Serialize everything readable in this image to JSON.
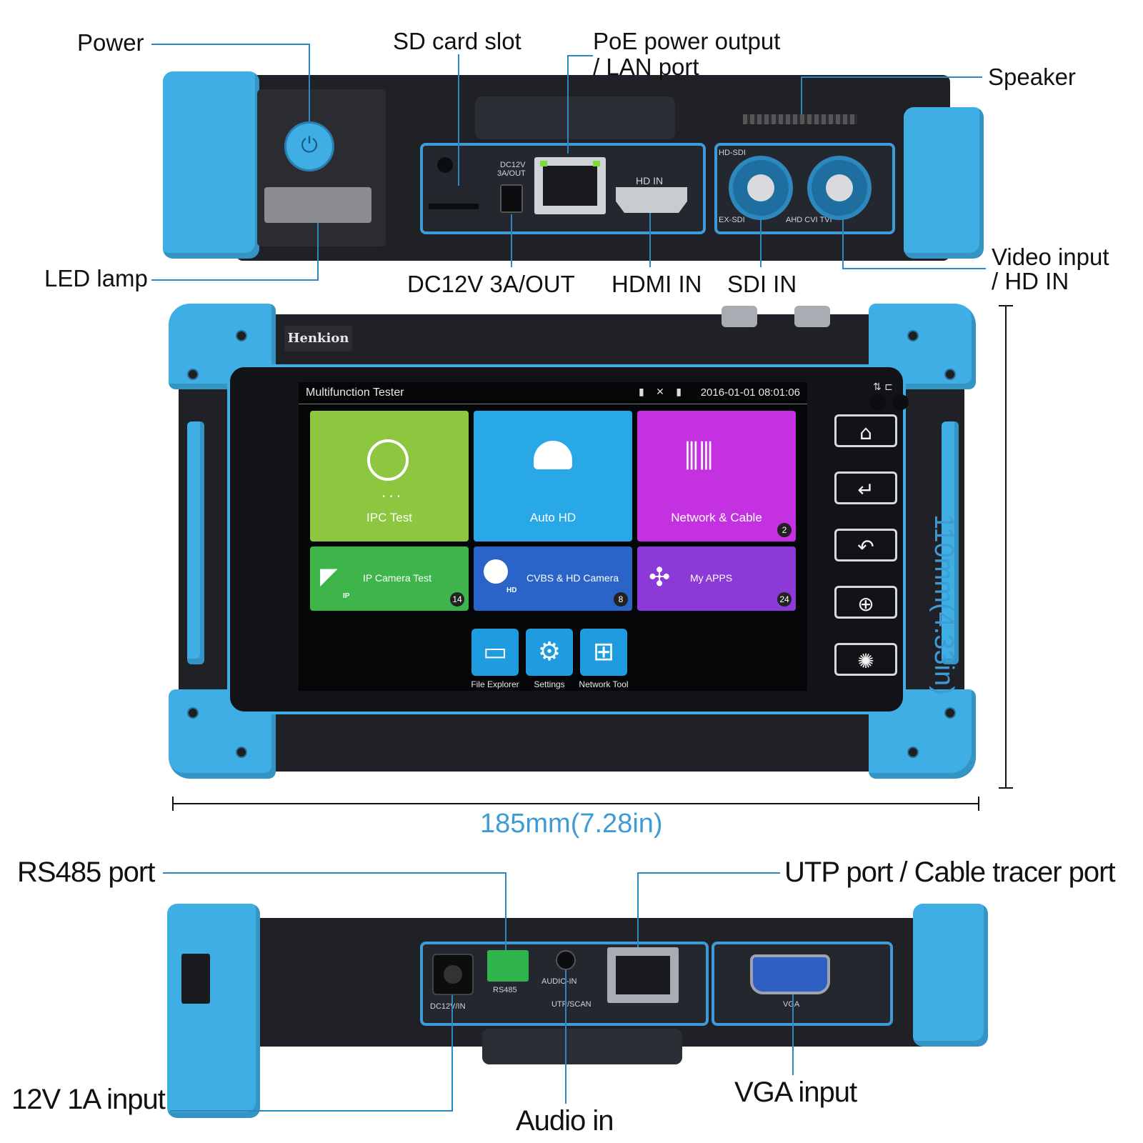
{
  "callouts": {
    "power": "Power",
    "sd_card_slot": "SD card slot",
    "poe_line1": "PoE power output",
    "poe_line2": "/ LAN port",
    "speaker": "Speaker",
    "led_lamp": "LED lamp",
    "dc12v_out": "DC12V 3A/OUT",
    "hdmi_in": "HDMI IN",
    "sdi_in": "SDI IN",
    "video_line1": "Video input",
    "video_line2": "/ HD IN",
    "rs485_port": "RS485 port",
    "utp_port": "UTP port / Cable tracer port",
    "input_12v": "12V 1A input",
    "audio_in": "Audio in",
    "vga_input": "VGA input"
  },
  "dimensions": {
    "width": "185mm(7.28in)",
    "height": "110mm(4.33in)"
  },
  "top_ports": {
    "dc_label_1": "DC12V",
    "dc_label_2": "3A/OUT",
    "hd_in": "HD IN",
    "hd_sdi": "HD-SDI",
    "ex_sdi": "EX-SDI",
    "ahd": "AHD CVI TVI"
  },
  "bottom_ports": {
    "dc12v_in": "DC12V/IN",
    "rs485": "RS485",
    "audio_in": "AUDIO-IN",
    "utp_scan": "UTP/SCAN",
    "vga": "VGA"
  },
  "brand": "Henkion",
  "screen": {
    "title": "Multifunction Tester",
    "datetime": "2016-01-01 08:01:06",
    "tiles": [
      {
        "label": "IPC Test",
        "color": "#8dc63f"
      },
      {
        "label": "Auto HD",
        "color": "#29a8e8"
      },
      {
        "label": "Network & Cable",
        "color": "#c431e0",
        "badge": "2"
      },
      {
        "label": "IP Camera Test",
        "color": "#3db54a",
        "badge": "14",
        "sub": "IP"
      },
      {
        "label": "CVBS & HD Camera",
        "color": "#2a64c8",
        "badge": "8",
        "sub": "HD"
      },
      {
        "label": "My APPS",
        "color": "#8b3ad8",
        "badge": "24"
      }
    ],
    "apps": [
      {
        "label": "File Explorer",
        "icon": "folder-icon"
      },
      {
        "label": "Settings",
        "icon": "gear-icon"
      },
      {
        "label": "Network Tool",
        "icon": "network-icon"
      }
    ]
  },
  "side_buttons": [
    "home-icon",
    "enter-icon",
    "back-icon",
    "zoom-icon",
    "light-icon"
  ],
  "colors": {
    "accent": "#3eaee5",
    "dimension_text": "#3d9bd6",
    "body": "#1f2126"
  }
}
